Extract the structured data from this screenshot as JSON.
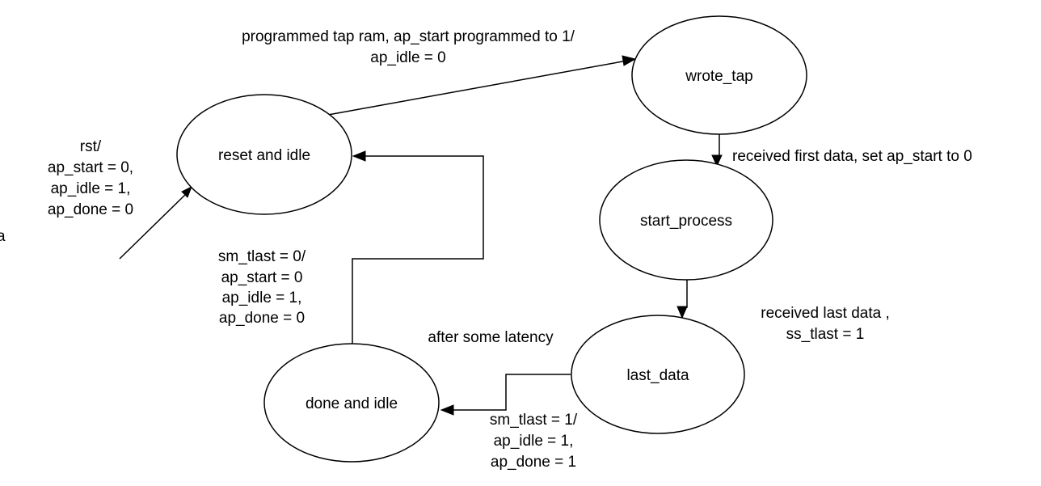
{
  "states": {
    "reset_and_idle": "reset and idle",
    "wrote_tap": "wrote_tap",
    "start_process": "start_process",
    "last_data": "last_data",
    "done_and_idle": "done and idle"
  },
  "transitions": {
    "initial": [
      "rst/",
      "ap_start = 0,",
      "ap_idle = 1,",
      "ap_done = 0"
    ],
    "reset_to_wrote_tap": [
      "programmed tap ram, ap_start programmed to 1/",
      "ap_idle = 0"
    ],
    "wrote_tap_to_start_process": [
      "received first data, set ap_start to 0"
    ],
    "start_process_to_last_data": [
      "received last data ,",
      "ss_tlast = 1"
    ],
    "last_data_to_done": [
      "sm_tlast = 1/",
      "ap_idle = 1,",
      "ap_done = 1"
    ],
    "last_data_to_done_note": [
      "after some latency"
    ],
    "done_to_reset": [
      "sm_tlast = 0/",
      "ap_start = 0",
      "ap_idle = 1,",
      "ap_done = 0"
    ]
  },
  "clipped_edge_text": "a"
}
